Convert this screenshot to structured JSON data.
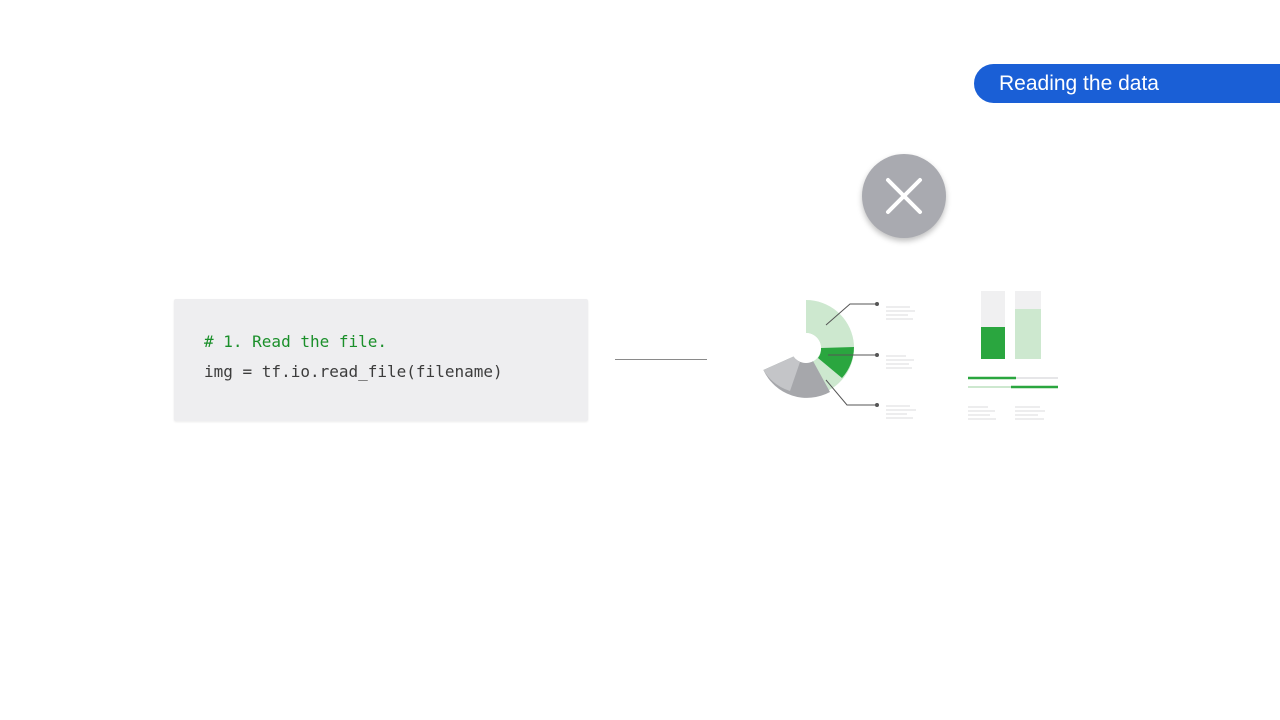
{
  "header": {
    "section_title": "Reading the data"
  },
  "close": {
    "icon": "close-icon"
  },
  "code": {
    "lines": [
      "# 1. Read the file.",
      "img = tf.io.read_file(filename)"
    ]
  },
  "colors": {
    "accent_blue": "#1a5fd6",
    "comment_green": "#1a8f2a",
    "chart_green": "#2aa63f",
    "chart_light_green": "#cde8cf",
    "close_gray": "#a9aab0"
  },
  "illustration": {
    "icon": "data-analysis-illustration"
  }
}
